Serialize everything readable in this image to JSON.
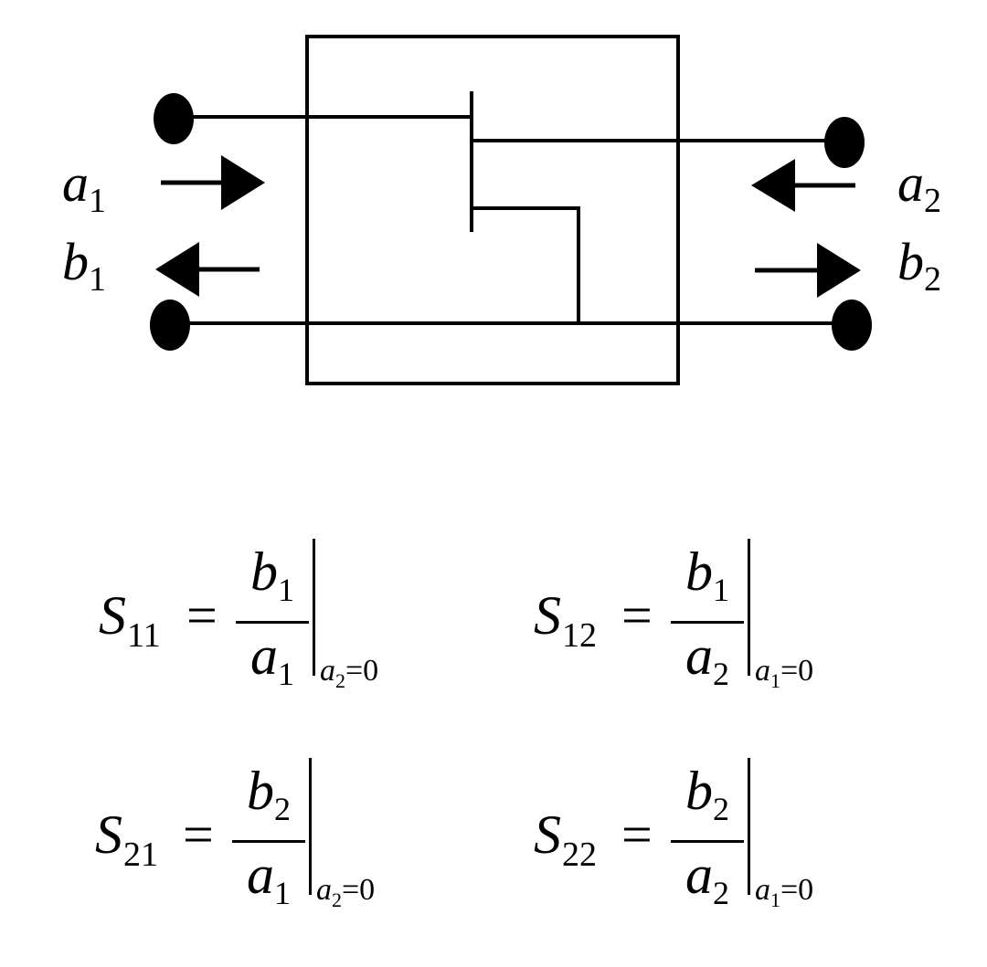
{
  "ports": {
    "a1": {
      "var": "a",
      "sub": "1"
    },
    "b1": {
      "var": "b",
      "sub": "1"
    },
    "a2": {
      "var": "a",
      "sub": "2"
    },
    "b2": {
      "var": "b",
      "sub": "2"
    }
  },
  "equations": [
    {
      "lhs": "S",
      "lhs_sub": "11",
      "eq": "=",
      "num": "b",
      "num_sub": "1",
      "den": "a",
      "den_sub": "1",
      "cond_var": "a",
      "cond_sub": "2",
      "cond_rhs": "=0"
    },
    {
      "lhs": "S",
      "lhs_sub": "12",
      "eq": "=",
      "num": "b",
      "num_sub": "1",
      "den": "a",
      "den_sub": "2",
      "cond_var": "a",
      "cond_sub": "1",
      "cond_rhs": "=0"
    },
    {
      "lhs": "S",
      "lhs_sub": "21",
      "eq": "=",
      "num": "b",
      "num_sub": "2",
      "den": "a",
      "den_sub": "1",
      "cond_var": "a",
      "cond_sub": "2",
      "cond_rhs": "=0"
    },
    {
      "lhs": "S",
      "lhs_sub": "22",
      "eq": "=",
      "num": "b",
      "num_sub": "2",
      "den": "a",
      "den_sub": "2",
      "cond_var": "a",
      "cond_sub": "1",
      "cond_rhs": "=0"
    }
  ],
  "colors": {
    "ink": "#000000",
    "background": "#ffffff"
  }
}
